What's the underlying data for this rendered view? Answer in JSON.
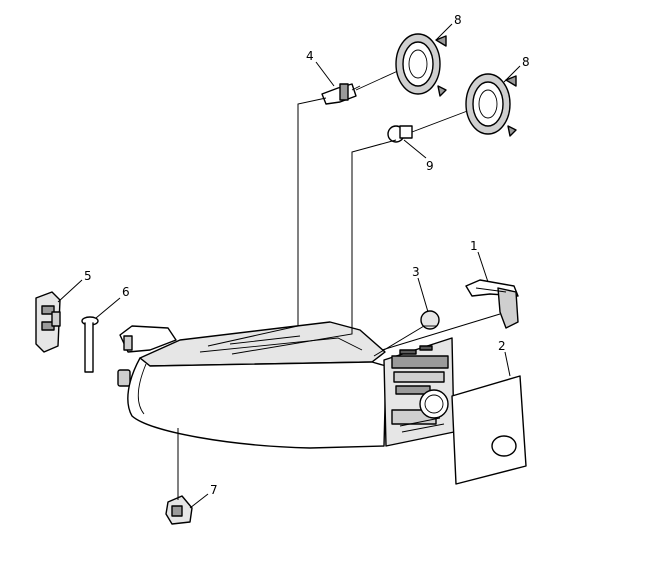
{
  "callouts": [
    {
      "id": "1",
      "label": "1"
    },
    {
      "id": "2",
      "label": "2"
    },
    {
      "id": "3",
      "label": "3"
    },
    {
      "id": "4",
      "label": "4"
    },
    {
      "id": "5",
      "label": "5"
    },
    {
      "id": "6",
      "label": "6"
    },
    {
      "id": "7",
      "label": "7"
    },
    {
      "id": "8a",
      "label": "8"
    },
    {
      "id": "8b",
      "label": "8"
    },
    {
      "id": "9",
      "label": "9"
    }
  ]
}
